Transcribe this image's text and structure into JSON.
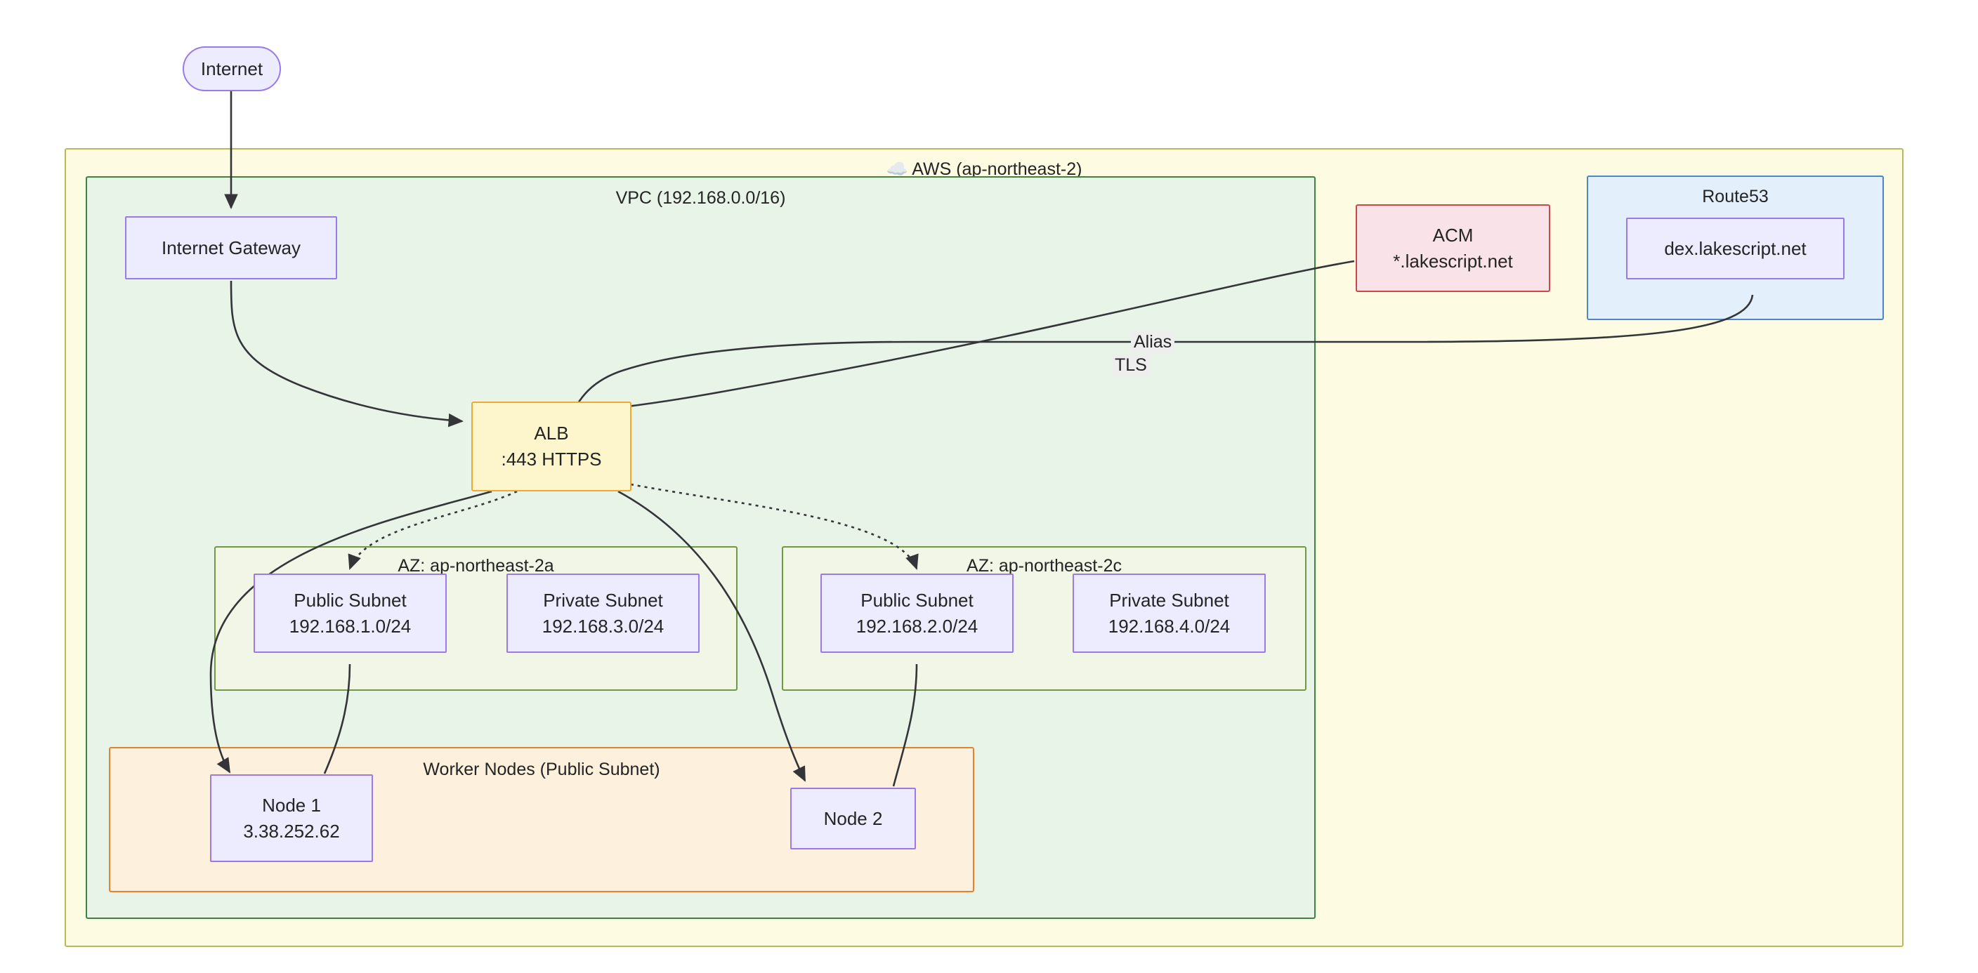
{
  "diagram": {
    "type": "aws-architecture",
    "title": "AWS (ap-northeast-2) VPC architecture"
  },
  "clusters": {
    "aws": {
      "label": "AWS (ap-northeast-2)",
      "icon": "cloud-icon",
      "icon_glyph": "☁️",
      "fill": "#fdfce3",
      "border": "#b9b955"
    },
    "vpc": {
      "label": "VPC (192.168.0.0/16)",
      "fill": "#e9f4e8",
      "border": "#427f42"
    },
    "az_a": {
      "label": "AZ: ap-northeast-2a",
      "fill": "#f2f6e6",
      "border": "#6f9a42"
    },
    "az_c": {
      "label": "AZ: ap-northeast-2c",
      "fill": "#f2f6e6",
      "border": "#6f9a42"
    },
    "worker": {
      "label": "Worker Nodes (Public Subnet)",
      "fill": "#fdf0dc",
      "border": "#e3822f"
    },
    "route53": {
      "label": "Route53",
      "fill": "#e3f0fb",
      "border": "#4a86c8"
    }
  },
  "nodes": {
    "internet": {
      "label": "Internet",
      "shape": "stadium"
    },
    "igw": {
      "label": "Internet Gateway",
      "shape": "rect"
    },
    "alb": {
      "line1": "ALB",
      "line2": ":443 HTTPS",
      "shape": "rect"
    },
    "acm": {
      "line1": "ACM",
      "line2": "*.lakescript.net",
      "shape": "rect"
    },
    "dex": {
      "label": "dex.lakescript.net",
      "shape": "rect"
    },
    "pub_a": {
      "line1": "Public Subnet",
      "line2": "192.168.1.0/24"
    },
    "priv_a": {
      "line1": "Private Subnet",
      "line2": "192.168.3.0/24"
    },
    "pub_c": {
      "line1": "Public Subnet",
      "line2": "192.168.2.0/24"
    },
    "priv_c": {
      "line1": "Private Subnet",
      "line2": "192.168.4.0/24"
    },
    "node1": {
      "line1": "Node 1",
      "line2": "3.38.252.62"
    },
    "node2": {
      "line1": "Node 2",
      "line2": ""
    }
  },
  "edge_labels": {
    "alias": "Alias",
    "tls": "TLS"
  },
  "colors": {
    "node_fill": "#ececfe",
    "node_border": "#9a7ae8",
    "alb_fill": "#fdf6cd",
    "alb_border": "#efa92f",
    "acm_fill": "#f9e3e8",
    "acm_border": "#c9484a",
    "edge_stroke": "#333538"
  }
}
